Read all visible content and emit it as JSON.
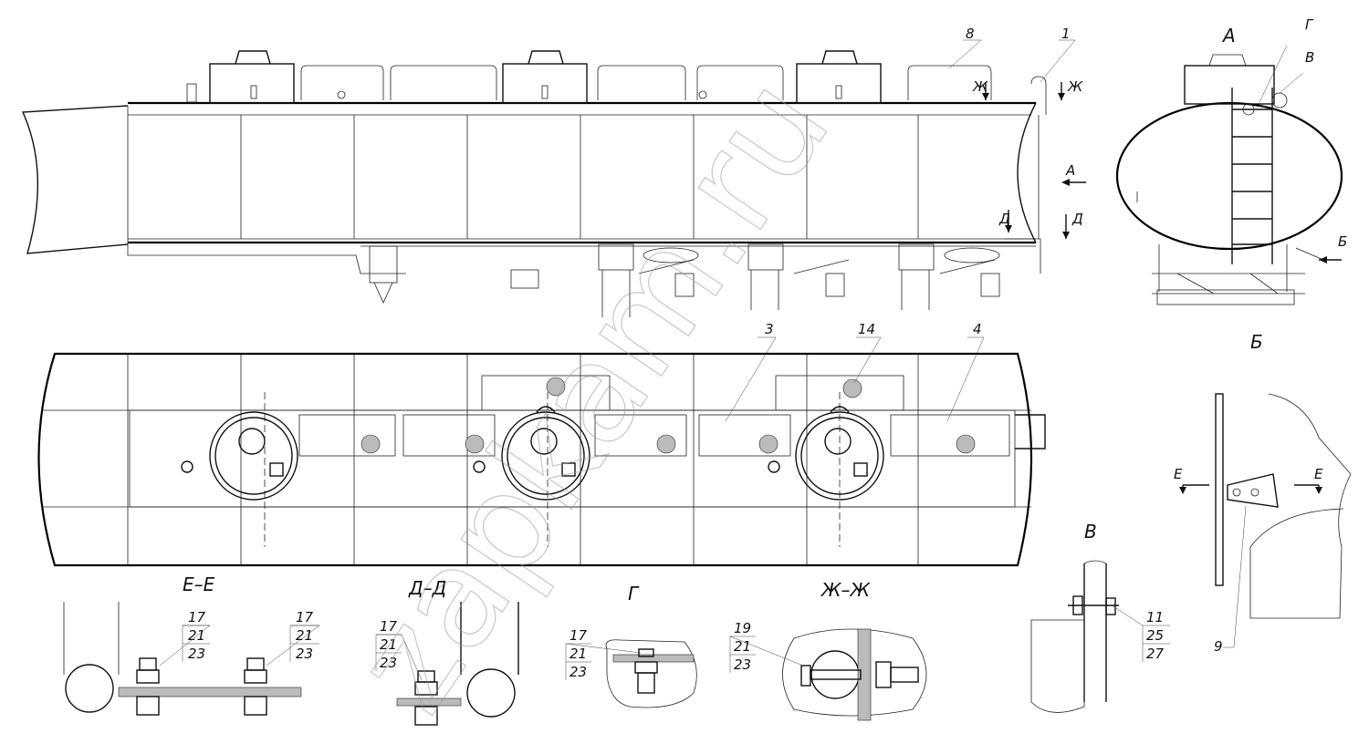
{
  "view_labels": {
    "a": "А",
    "b": "Б",
    "v": "В",
    "g": "Г",
    "d_arrow": "Д",
    "zh_arrow": "Ж",
    "e_arrow": "Е"
  },
  "section_titles": {
    "ee": "Е–Е",
    "dd": "Д–Д",
    "g": "Г",
    "zhzh": "Ж–Ж",
    "v": "В"
  },
  "positions": {
    "p8": "8",
    "p1": "1",
    "p3": "3",
    "p14": "14",
    "p4": "4",
    "p9": "9"
  },
  "callout_stacks": {
    "ee_left": [
      "17",
      "21",
      "23"
    ],
    "ee_right": [
      "17",
      "21",
      "23"
    ],
    "dd": [
      "17",
      "21",
      "23"
    ],
    "g": [
      "17",
      "21",
      "23"
    ],
    "zhzh": [
      "19",
      "21",
      "23"
    ],
    "v": [
      "11",
      "25",
      "27"
    ]
  },
  "watermark": "zapkam.ru"
}
